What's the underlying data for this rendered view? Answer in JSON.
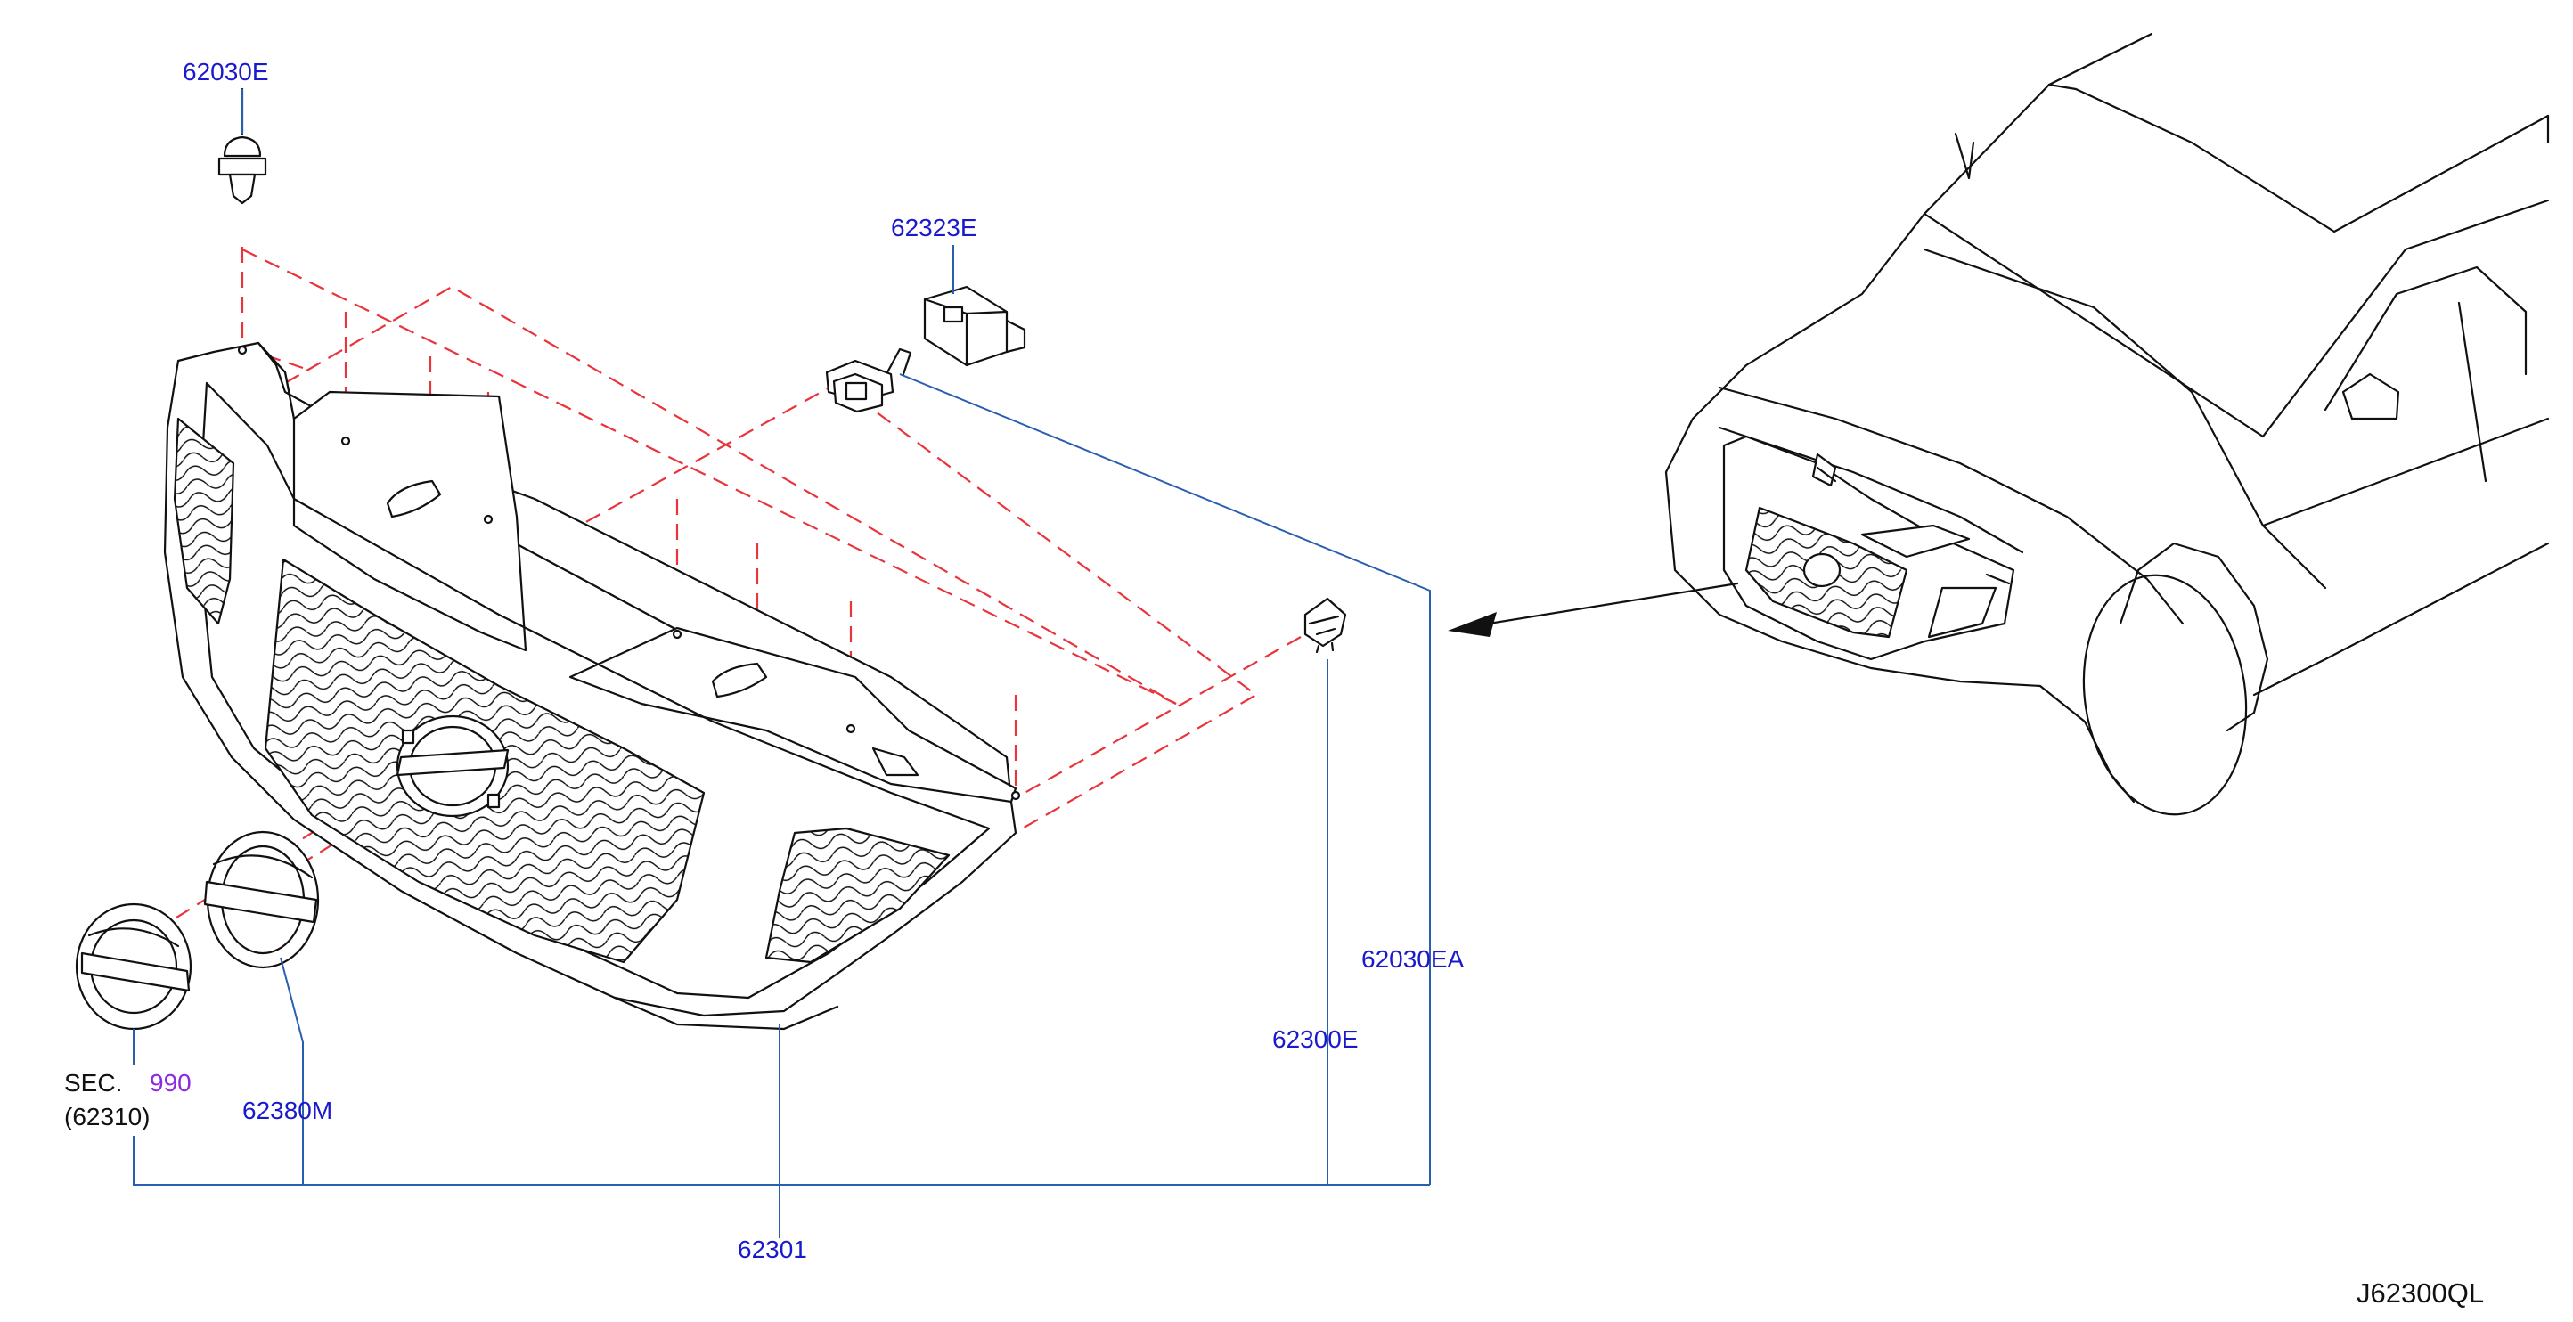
{
  "diagram_code": "J62300QL",
  "callouts": {
    "clip_top": "62030E",
    "bracket": "62323E",
    "clip_right": "62030EA",
    "retainer": "62300E",
    "grille": "62301",
    "emblem_front": "62380M",
    "sec_prefix": "SEC.",
    "sec_number": "990",
    "sec_part": "(62310)"
  },
  "colors": {
    "part_number": "#1a1acc",
    "section_ref": "#8a2be2",
    "hidden_line": "#e8343a",
    "leader_line": "#2a5fb0",
    "outline": "#111111"
  }
}
